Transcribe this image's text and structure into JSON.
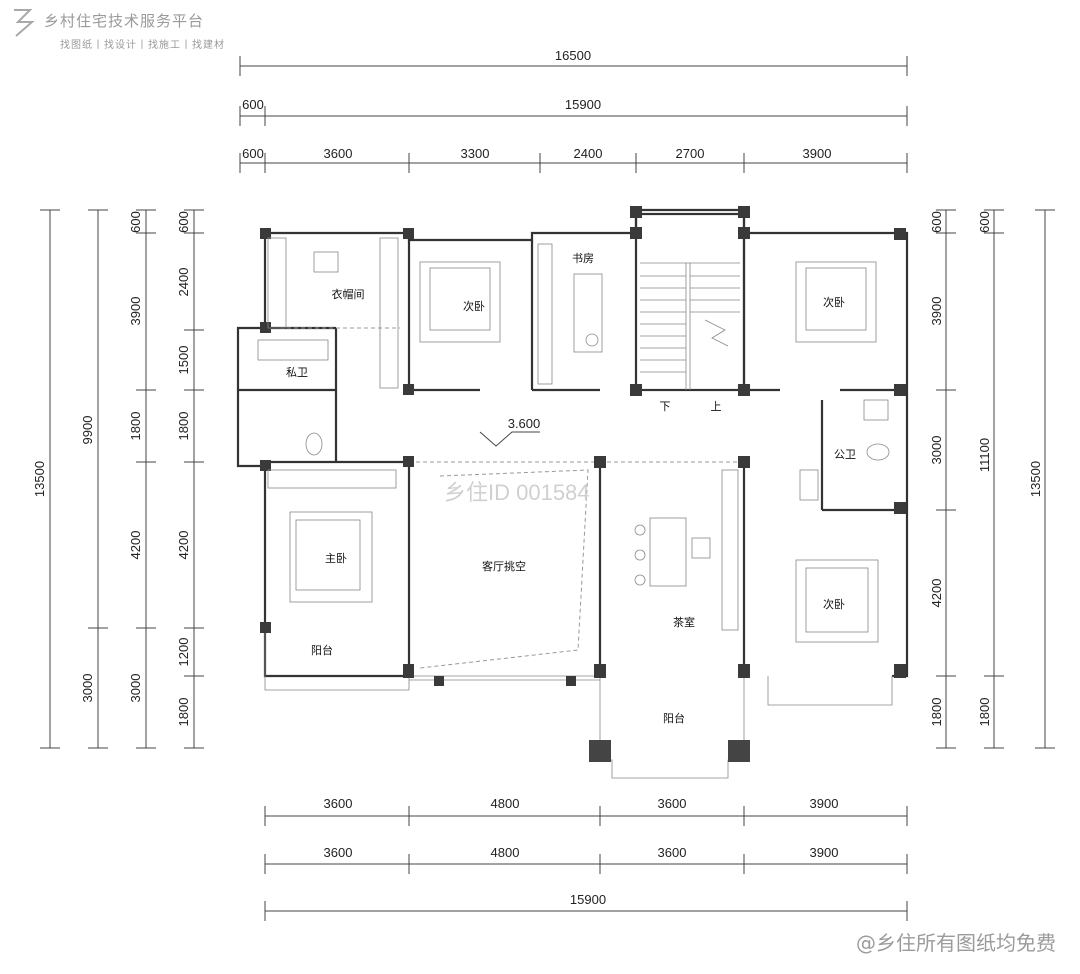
{
  "header": {
    "logo_glyph": "乡",
    "brand": "乡村住宅技术服务平台",
    "tagline": "找图纸丨找设计丨找施工丨找建材"
  },
  "dimensions": {
    "top_total": "16500",
    "top_second_left": "600",
    "top_second_main": "15900",
    "top_third": [
      "600",
      "3600",
      "3300",
      "2400",
      "2700",
      "3900"
    ],
    "bottom_row1": [
      "3600",
      "4800",
      "3600",
      "3900"
    ],
    "bottom_row2": [
      "3600",
      "4800",
      "3600",
      "3900"
    ],
    "bottom_total": "15900",
    "left_outer": "13500",
    "left_mid": "9900",
    "left_mid_bottom": "3000",
    "left_col3": [
      "600",
      "3900",
      "1800",
      "4200",
      "3000"
    ],
    "left_inner": [
      "600",
      "2400",
      "1500",
      "1800",
      "4200",
      "1200",
      "1800"
    ],
    "right_inner": [
      "600",
      "3900",
      "3000",
      "4200",
      "1800"
    ],
    "right_mid": [
      "600",
      "11100",
      "1800"
    ],
    "right_outer": "13500"
  },
  "rooms": {
    "wardrobe": "衣帽间",
    "bedroom_a": "次卧",
    "study": "书房",
    "bedroom_b": "次卧",
    "private_bath": "私卫",
    "down": "下",
    "up": "上",
    "level": "3.600",
    "public_bath": "公卫",
    "master": "主卧",
    "void": "客厅挑空",
    "tea": "茶室",
    "bedroom_c": "次卧",
    "balcony_left": "阳台",
    "balcony_center": "阳台"
  },
  "watermark": "乡住ID 001584",
  "copyright": "@乡住所有图纸均免费"
}
